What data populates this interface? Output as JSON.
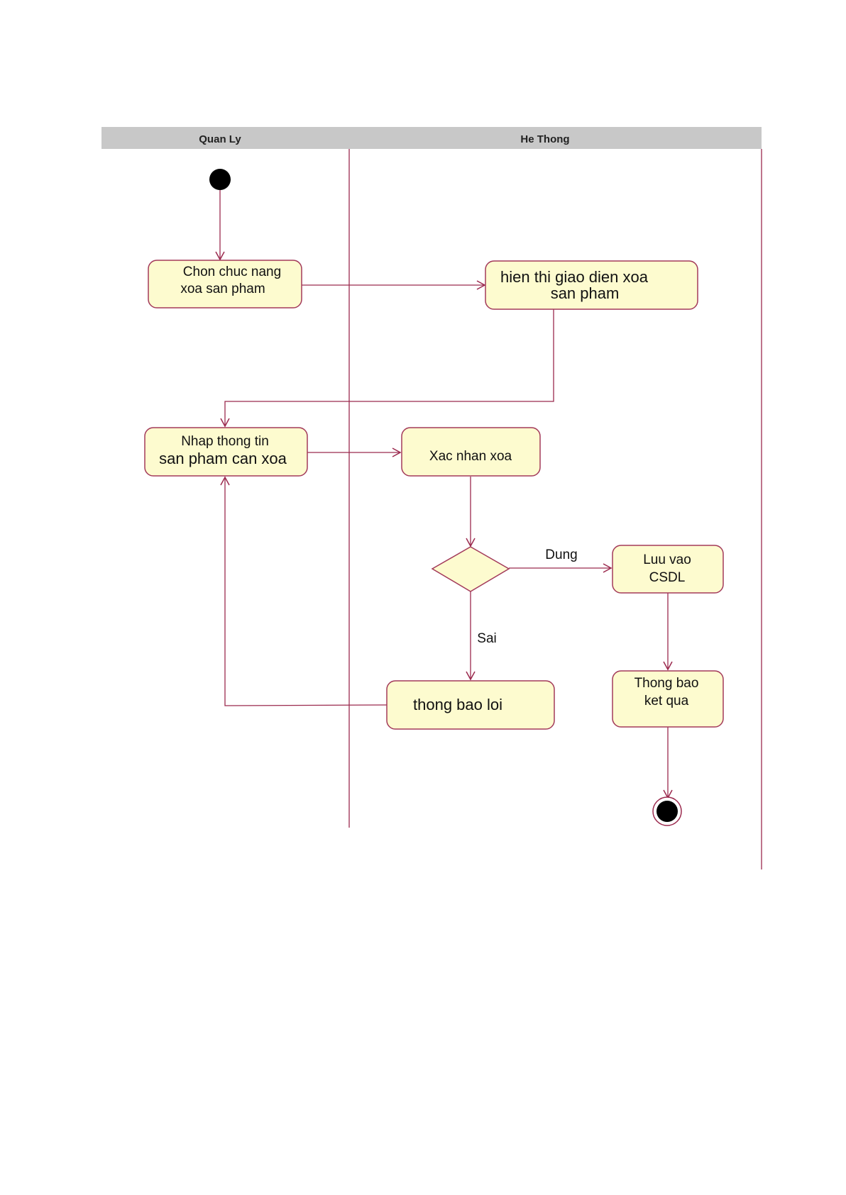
{
  "colors": {
    "header_fill": "#c8c8c8",
    "line": "#9b2a4e",
    "activity_fill": "#fdfbcf",
    "activity_stroke": "#a33a5a",
    "node_fill": "#000000"
  },
  "lanes": [
    {
      "label": "Quan Ly"
    },
    {
      "label": "He Thong"
    }
  ],
  "activities": {
    "chon_chuc_nang": {
      "line1": "Chon chuc nang",
      "line2": "xoa san pham"
    },
    "hien_thi_giao_dien": {
      "line1": "hien thi giao dien xoa",
      "line2": "san pham"
    },
    "nhap_thong_tin": {
      "line1": "Nhap thong tin",
      "line2": "san pham can xoa"
    },
    "xac_nhan_xoa": {
      "line1": "Xac nhan xoa"
    },
    "luu_vao_csdl": {
      "line1": "Luu vao",
      "line2": "CSDL"
    },
    "thong_bao_loi": {
      "line1": "thong bao loi"
    },
    "thong_bao_ket_qua": {
      "line1": "Thong bao",
      "line2": "ket qua"
    }
  },
  "guards": {
    "yes": "Dung",
    "no": "Sai"
  }
}
